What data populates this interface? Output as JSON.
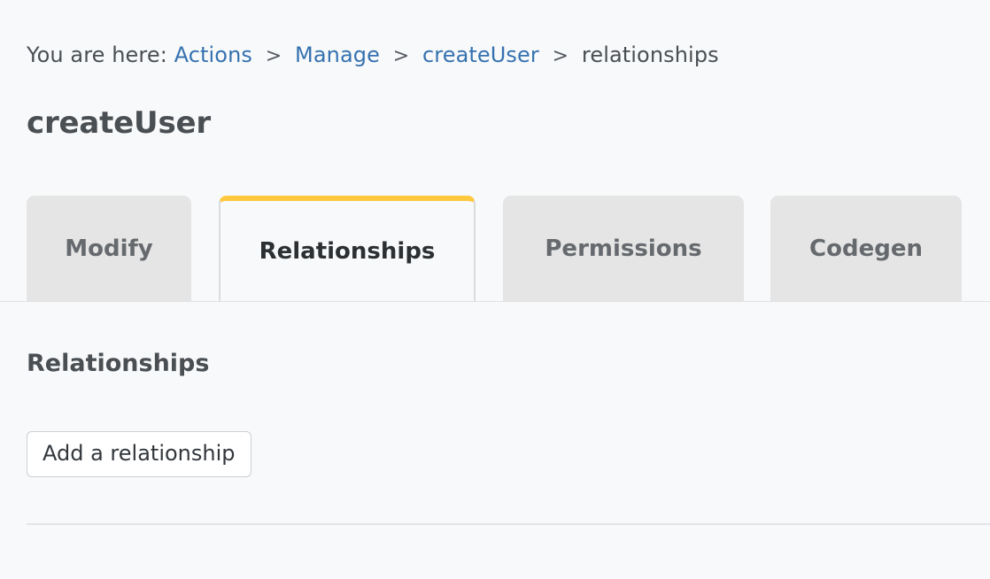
{
  "breadcrumb": {
    "prefix": "You are here:",
    "separator": ">",
    "items": [
      {
        "label": "Actions",
        "type": "link"
      },
      {
        "label": "Manage",
        "type": "link"
      },
      {
        "label": "createUser",
        "type": "link"
      },
      {
        "label": "relationships",
        "type": "current"
      }
    ]
  },
  "page": {
    "title": "createUser"
  },
  "tabs": {
    "items": [
      {
        "label": "Modify",
        "active": false
      },
      {
        "label": "Relationships",
        "active": true
      },
      {
        "label": "Permissions",
        "active": false
      },
      {
        "label": "Codegen",
        "active": false
      }
    ],
    "active_index": 1
  },
  "section": {
    "heading": "Relationships",
    "add_button_label": "Add a relationship"
  },
  "colors": {
    "page_background": "#f8f9fa",
    "tab_active_accent": "#ffc83d",
    "tab_inactive_background": "#e5e5e5",
    "link": "#3572b0",
    "text": "#4a4f54",
    "divider": "#e3e6e8"
  }
}
